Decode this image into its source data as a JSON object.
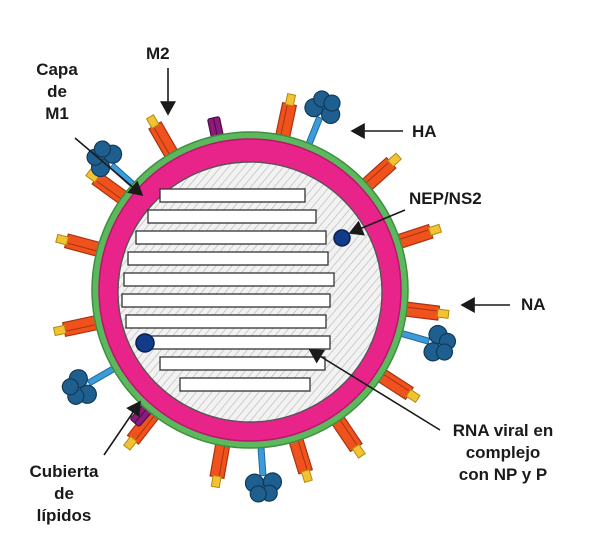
{
  "labels": {
    "m2": "M2",
    "capa_m1": [
      "Capa",
      "de",
      "M1"
    ],
    "ha": "HA",
    "nep_ns2": "NEP/NS2",
    "na": "NA",
    "rna": [
      "RNA viral en",
      "complejo",
      "con NP y P"
    ],
    "cubierta": [
      "Cubierta",
      "de",
      "lípidos"
    ]
  },
  "colors": {
    "lipid_envelope": "#5cb85c",
    "m1_layer": "#e8248a",
    "core_fill": "#eeeeee",
    "ha_spike": "#f0521e",
    "ha_tip": "#f2c230",
    "na_stem": "#3c9bd8",
    "na_head": "#1f5f8f",
    "m2_channel": "#8b1a7a",
    "nep_dot": "#123c8a",
    "text": "#1a1a1a"
  },
  "icons": {
    "ha": "ha-spike-icon",
    "na": "na-mushroom-icon",
    "m2": "m2-channel-icon",
    "nep": "nep-dot-icon"
  }
}
